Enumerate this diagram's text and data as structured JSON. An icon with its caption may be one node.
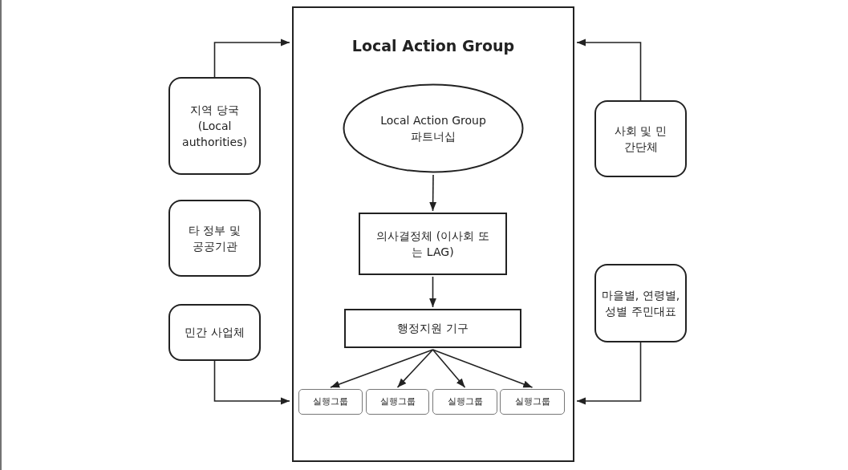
{
  "diagram": {
    "nodes": [
      {
        "text": [
          "Local Action Group"
        ]
      },
      {
        "text": [
          "Local Action Group 파트너십"
        ],
        "in": 0
      },
      {
        "text": [
          "의사결정체 (이사회 또는 LAG)"
        ],
        "in": 0
      },
      {
        "text": [
          "행정지원 기구"
        ],
        "in": 0
      },
      {
        "text": [
          "실행그룹"
        ],
        "in": 0
      },
      {
        "text": [
          "실행그룹"
        ],
        "in": 0
      },
      {
        "text": [
          "실행그룹"
        ],
        "in": 0
      },
      {
        "text": [
          "실행그룹"
        ],
        "in": 0
      },
      {
        "text": [
          "지역 당국 (Local authorities)"
        ]
      },
      {
        "text": [
          "타 정부 및 공공기관"
        ]
      },
      {
        "text": [
          "민간 사업체"
        ]
      },
      {
        "text": [
          "사회 및 민간단체"
        ]
      },
      {
        "text": [
          "마을별, 연령별, 성별 주민대표"
        ]
      }
    ],
    "edges": [
      {
        "from": 1,
        "to": 2,
        "arrow": "to"
      },
      {
        "from": 2,
        "to": 3,
        "arrow": "to"
      },
      {
        "from": 3,
        "to": 4,
        "arrow": "to"
      },
      {
        "from": 3,
        "to": 5,
        "arrow": "to"
      },
      {
        "from": 3,
        "to": 6,
        "arrow": "to"
      },
      {
        "from": 3,
        "to": 7,
        "arrow": "to"
      },
      {
        "from": 8,
        "to": 0,
        "arrow": "to"
      },
      {
        "from": 10,
        "to": 0,
        "arrow": "to"
      },
      {
        "from": 11,
        "to": 0,
        "arrow": "to"
      },
      {
        "from": 12,
        "to": 0,
        "arrow": "to"
      }
    ]
  }
}
